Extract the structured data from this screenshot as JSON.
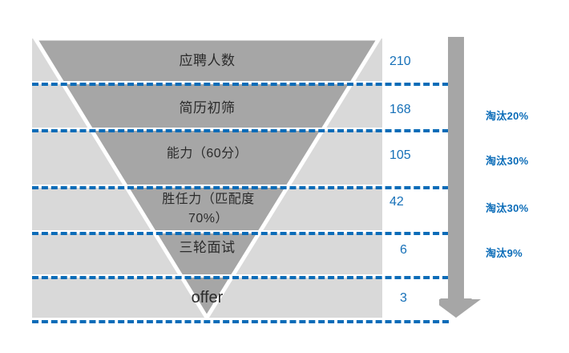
{
  "chart_data": {
    "type": "funnel",
    "title": "",
    "xlabel": "",
    "ylabel": "",
    "categories": [
      "应聘人数",
      "简历初筛",
      "能力（60分）",
      "胜任力（匹配度\n70%）",
      "三轮面试",
      "offer"
    ],
    "values": [
      210,
      168,
      105,
      42,
      6,
      3
    ],
    "annotations": [
      "",
      "淘汰20%",
      "淘汰30%",
      "淘汰30%",
      "淘汰9%",
      ""
    ],
    "orientation": "vertical-inverted",
    "grid": false,
    "legend": "none"
  },
  "colors": {
    "accent_blue": "#0B6CB8",
    "value_blue": "#1670B8",
    "funnel_fill": "#a6a6a6",
    "backdrop_fill": "#d9d9d9",
    "arrow_fill": "#a6a6a6",
    "label_text": "#2b2b2b",
    "page_background": "#ffffff"
  },
  "stages": [
    {
      "label": "应聘人数",
      "count": "210"
    },
    {
      "label": "简历初筛",
      "count": "168"
    },
    {
      "label": "能力（60分）",
      "count": "105"
    },
    {
      "label": "胜任力（匹配度\n70%）",
      "count": "42"
    },
    {
      "label": "三轮面试",
      "count": "6"
    },
    {
      "label": "offer",
      "count": "3"
    }
  ],
  "dropouts": [
    {
      "label": "淘汰20%"
    },
    {
      "label": "淘汰30%"
    },
    {
      "label": "淘汰30%"
    },
    {
      "label": "淘汰9%"
    }
  ],
  "arrow": {
    "icon": "down-arrow-icon",
    "direction": "down"
  }
}
